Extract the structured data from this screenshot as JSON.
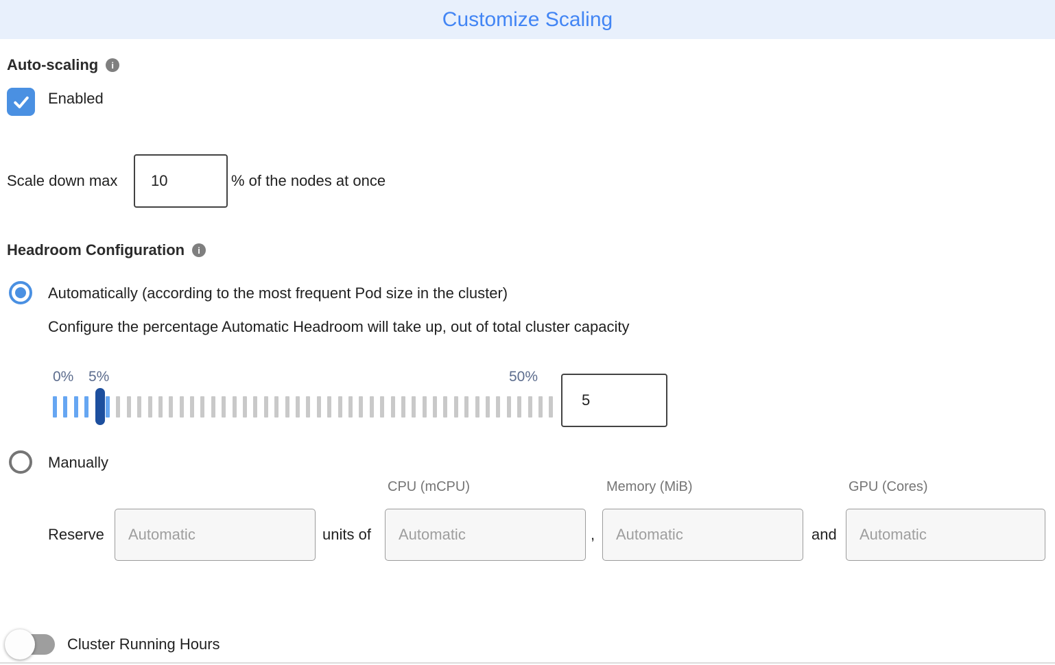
{
  "header": {
    "title": "Customize Scaling"
  },
  "auto_scaling": {
    "label": "Auto-scaling",
    "info_icon_glyph": "i",
    "enabled_label": "Enabled",
    "checked": true
  },
  "scale_down": {
    "prefix": "Scale down max",
    "value": "10",
    "suffix": "% of the nodes at once"
  },
  "headroom": {
    "label": "Headroom Configuration",
    "info_icon_glyph": "i",
    "auto_option_label": "Automatically (according to the most frequent Pod size in the cluster)",
    "auto_option_selected": true,
    "auto_description": "Configure the percentage Automatic Headroom will take up, out of total cluster capacity",
    "slider": {
      "min_label": "0%",
      "current_label": "5%",
      "max_label": "50%",
      "value": "5",
      "ticks_total": 48,
      "ticks_highlighted": 6
    },
    "manual_option_label": "Manually",
    "manual_option_selected": false,
    "manual": {
      "columns": [
        "CPU (mCPU)",
        "Memory (MiB)",
        "GPU (Cores)"
      ],
      "reserve_label": "Reserve",
      "units_placeholder": "Automatic",
      "units_of_label": "units of",
      "cpu_placeholder": "Automatic",
      "separator_comma": ",",
      "memory_placeholder": "Automatic",
      "separator_and": "and",
      "gpu_placeholder": "Automatic"
    }
  },
  "cluster_running_hours": {
    "label": "Cluster Running Hours",
    "enabled": false
  },
  "colors": {
    "header_bg": "#e8f0fc",
    "title_blue": "#4285f4",
    "accent_blue": "#4a90e2",
    "handle_navy": "#1d4f9e",
    "tick_blue": "#66a6f2",
    "tick_gray": "#c9c9c9",
    "dark_border": "#424242",
    "muted_text": "#7f7f7f",
    "placeholder": "#9e9e9e",
    "label_blue_gray": "#5d6d8e",
    "toggle_gray": "#9e9e9e",
    "divider": "#dcdcdc"
  }
}
